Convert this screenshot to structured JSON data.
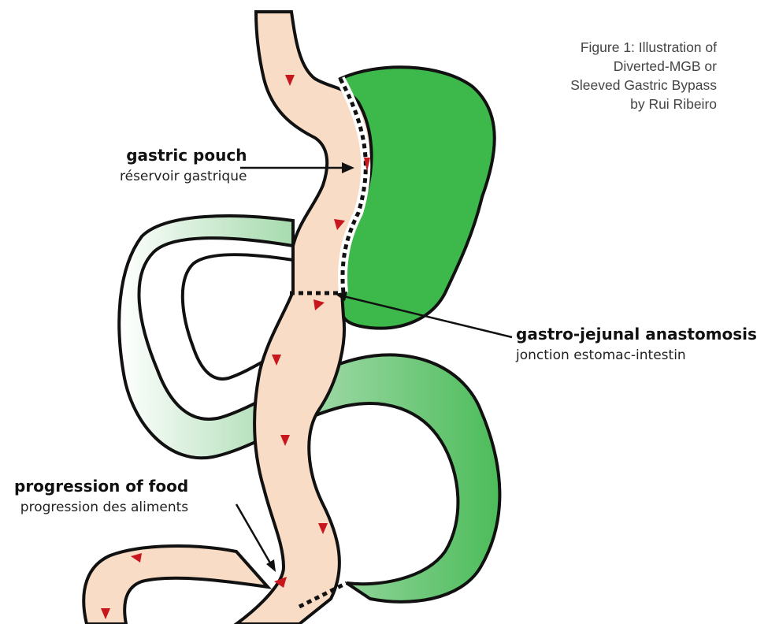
{
  "caption": {
    "lines": [
      "Figure 1: Illustration of",
      "Diverted-MGB or",
      "Sleeved Gastric Bypass",
      "by Rui Ribeiro"
    ]
  },
  "labels": {
    "gastric_pouch": {
      "en": "gastric pouch",
      "fr": "réservoir gastrique"
    },
    "anastomosis": {
      "en": "gastro-jejunal anastomosis",
      "fr": "jonction estomac-intestin"
    },
    "progression": {
      "en": "progression of food",
      "fr": "progression des aliments"
    }
  },
  "colors": {
    "stomach_remnant": "#3db84a",
    "bypassed_limb": "#7cc98a",
    "food_path": "#f9dcc6",
    "arrows": "#c8161d",
    "outline": "#111111",
    "staple_line": "#111111"
  }
}
